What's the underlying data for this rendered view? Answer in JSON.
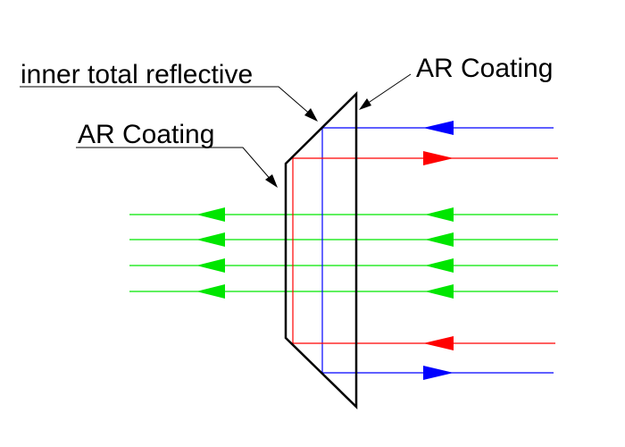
{
  "labels": {
    "inner_reflective": "inner total reflective",
    "ar_coating_right": "AR Coating",
    "ar_coating_left": "AR Coating"
  },
  "colors": {
    "green": "#00e600",
    "red": "#ff0000",
    "blue": "#0000ff",
    "outline": "#000000"
  }
}
